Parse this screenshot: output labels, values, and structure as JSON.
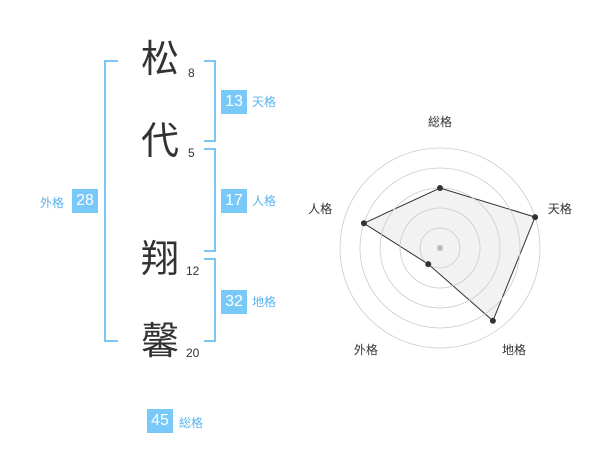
{
  "theme": {
    "accent": "#78c8f8",
    "accent_text": "#5ab4ee",
    "bracket": "#7cc6f2",
    "kanji": "#333333",
    "radar_fill": "#efefef",
    "radar_ring": "#cccccc",
    "radar_line": "#333333"
  },
  "name": {
    "chars": [
      {
        "kanji": "松",
        "strokes": "8"
      },
      {
        "kanji": "代",
        "strokes": "5"
      },
      {
        "kanji": "翔",
        "strokes": "12"
      },
      {
        "kanji": "馨",
        "strokes": "20"
      }
    ]
  },
  "kakusu": {
    "tenkaku": {
      "value": "13",
      "label": "天格"
    },
    "jinkaku": {
      "value": "17",
      "label": "人格"
    },
    "chikaku": {
      "value": "32",
      "label": "地格"
    },
    "gaikaku": {
      "value": "28",
      "label": "外格"
    },
    "soukaku": {
      "value": "45",
      "label": "総格"
    }
  },
  "chart_data": {
    "type": "radar",
    "axes": [
      "総格",
      "天格",
      "地格",
      "外格",
      "人格"
    ],
    "rings": 5,
    "max": 5,
    "values": [
      3,
      5,
      4.5,
      1,
      4
    ],
    "grid": true,
    "legend": "none"
  }
}
